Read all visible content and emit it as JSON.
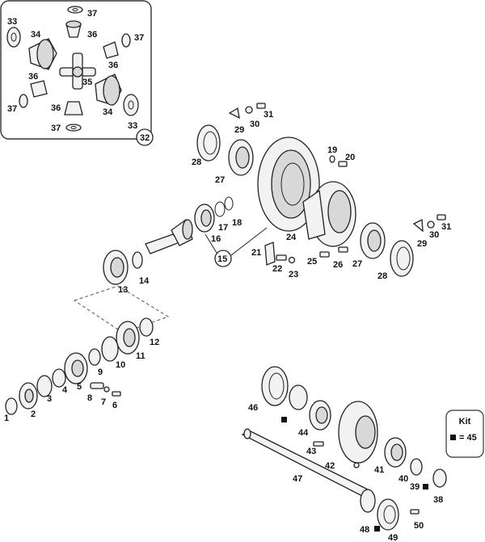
{
  "diagram": {
    "labels": {
      "p1": "1",
      "p2": "2",
      "p3": "3",
      "p4": "4",
      "p5": "5",
      "p6": "6",
      "p7": "7",
      "p8": "8",
      "p9": "9",
      "p10": "10",
      "p11": "11",
      "p12": "12",
      "p13": "13",
      "p14": "14",
      "p15": "15",
      "p16": "16",
      "p17": "17",
      "p18": "18",
      "p19": "19",
      "p20": "20",
      "p21": "21",
      "p22": "22",
      "p23": "23",
      "p24": "24",
      "p25": "25",
      "p26": "26",
      "p27a": "27",
      "p27b": "27",
      "p28a": "28",
      "p28b": "28",
      "p29a": "29",
      "p29b": "29",
      "p30a": "30",
      "p30b": "30",
      "p31a": "31",
      "p31b": "31",
      "p32": "32",
      "p33a": "33",
      "p33b": "33",
      "p34a": "34",
      "p34b": "34",
      "p35": "35",
      "p36a": "36",
      "p36b": "36",
      "p36c": "36",
      "p36d": "36",
      "p37a": "37",
      "p37b": "37",
      "p37c": "37",
      "p37d": "37",
      "p38": "38",
      "p39": "39",
      "p40": "40",
      "p41": "41",
      "p42": "42",
      "p43": "43",
      "p44": "44",
      "p46": "46",
      "p47": "47",
      "p48": "48",
      "p49": "49",
      "p50": "50"
    },
    "kit": {
      "title": "Kit",
      "legend": "= 45"
    }
  }
}
